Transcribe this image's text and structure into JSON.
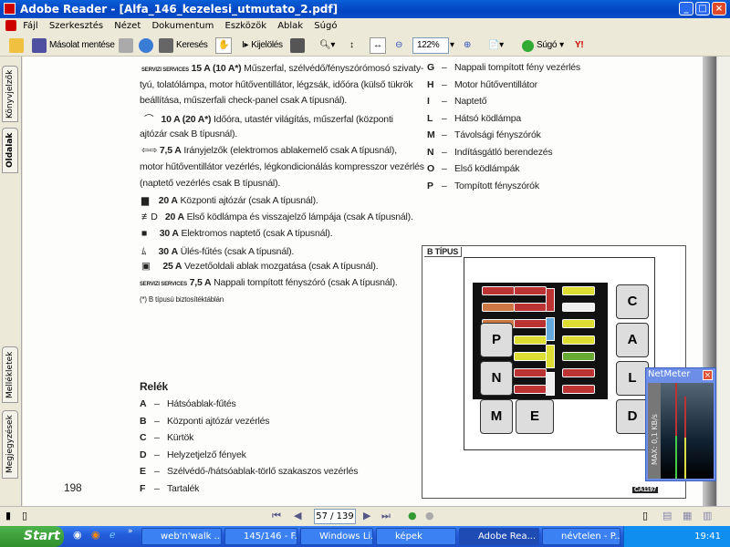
{
  "window": {
    "title": "Adobe Reader - [Alfa_146_kezelesi_utmutato_2.pdf]"
  },
  "menu": [
    "Fájl",
    "Szerkesztés",
    "Nézet",
    "Dokumentum",
    "Eszközök",
    "Ablak",
    "Súgó"
  ],
  "toolbar": {
    "save_copy": "Másolat mentése",
    "search": "Keresés",
    "select": "Kijelölés",
    "zoom": "122%",
    "help": "Súgó",
    "yahoo": "Y!"
  },
  "side_tabs": [
    "Könyvjelzők",
    "Oldalak",
    "Mellékletek",
    "Megjegyzések"
  ],
  "doc": {
    "fuses": [
      {
        "icon": "SERVIZI SERVICES",
        "amp": "15 A (10 A*)",
        "text": "Műszerfal, szélvédő/fényszórómosó szivaty-",
        "cont": [
          "tyú, tolatólámpa, motor hűtőventillátor, légzsák, időóra (külső tükrök",
          "beállítása, műszerfali check-panel csak A típusnál)."
        ]
      },
      {
        "amp": "10 A (20 A*)",
        "text": "Időóra, utastér világítás, műszerfal (központi",
        "cont": [
          "ajtózár csak B típusnál)."
        ]
      },
      {
        "amp": "7,5 A",
        "text": "Irányjelzők (elektromos ablakemelő csak A típusnál),",
        "cont": [
          "motor hűtőventillátor vezérlés, légkondicionálás kompresszor vezérlés",
          "(naptető vezérlés csak B típusnál)."
        ]
      },
      {
        "amp": "20 A",
        "text": "Központi ajtózár (csak A típusnál)."
      },
      {
        "amp": "20 A",
        "text": "Első ködlámpa és visszajelző lámpája (csak A típusnál)."
      },
      {
        "amp": "30 A",
        "text": "Elektromos naptető (csak A típusnál)."
      },
      {
        "amp": "30 A",
        "text": "Ülés-fűtés (csak A típusnál)."
      },
      {
        "amp": "25 A",
        "text": "Vezetőoldali ablak mozgatása (csak A típusnál)."
      },
      {
        "icon": "SERVIZI SERVICES",
        "amp": "7,5 A",
        "text": "Nappali tompított fényszóró (csak A típusnál)."
      }
    ],
    "footnote": "(*) B típusú biztosítéktáblán",
    "relays_title": "Relék",
    "relays": [
      [
        "A",
        "Hátsóablak-fűtés"
      ],
      [
        "B",
        "Központi ajtózár vezérlés"
      ],
      [
        "C",
        "Kürtök"
      ],
      [
        "D",
        "Helyzetjelző fények"
      ],
      [
        "E",
        "Szélvédő-/hátsóablak-törlő szakaszos vezérlés"
      ],
      [
        "F",
        "Tartalék"
      ]
    ],
    "relays2": [
      [
        "G",
        "Nappali tompított fény vezérlés"
      ],
      [
        "H",
        "Motor hűtőventillátor"
      ],
      [
        "I",
        "Naptető"
      ],
      [
        "L",
        "Hátsó ködlámpa"
      ],
      [
        "M",
        "Távolsági fényszórók"
      ],
      [
        "N",
        "Indításgátló berendezés"
      ],
      [
        "O",
        "Első ködlámpák"
      ],
      [
        "P",
        "Tompított fényszórók"
      ]
    ],
    "page_number": "198",
    "diagram_label": "B TÍPUS",
    "diagram_code": "CA1197",
    "relay_boxes": [
      "C",
      "A",
      "L",
      "D",
      "P",
      "N",
      "M",
      "E"
    ]
  },
  "nav": {
    "page": "57 / 139"
  },
  "netmeter": {
    "title": "NetMeter",
    "scale": "MAX: 0,1 KB/s"
  },
  "taskbar": {
    "start": "Start",
    "tasks": [
      "web'n'walk ...",
      "145/146 - F...",
      "Windows Li...",
      "képek",
      "Adobe Rea...",
      "névtelen - P..."
    ],
    "clock": "19:41"
  }
}
